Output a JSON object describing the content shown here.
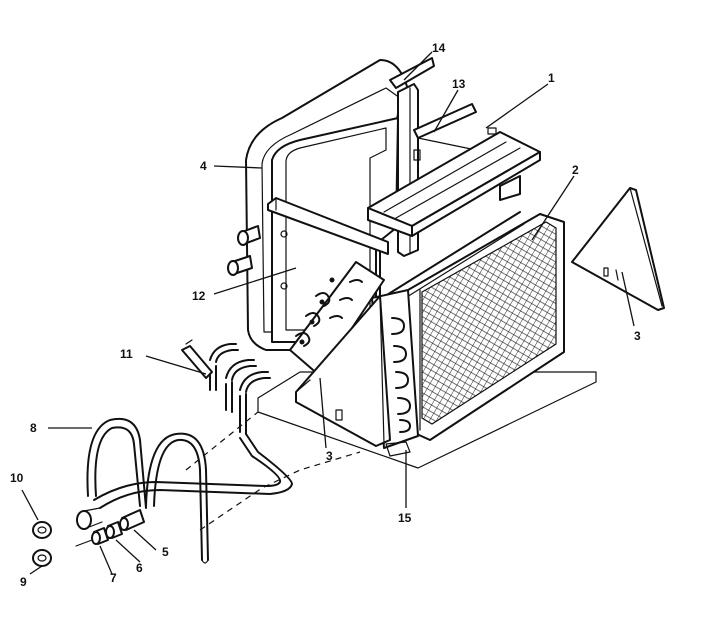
{
  "callouts": {
    "c14": "14",
    "c13": "13",
    "c1": "1",
    "c2": "2",
    "c4": "4",
    "c12": "12",
    "c3_right": "3",
    "c11": "11",
    "c3_left": "3",
    "c8": "8",
    "c10": "10",
    "c15": "15",
    "c5": "5",
    "c6": "6",
    "c7": "7",
    "c9": "9"
  }
}
